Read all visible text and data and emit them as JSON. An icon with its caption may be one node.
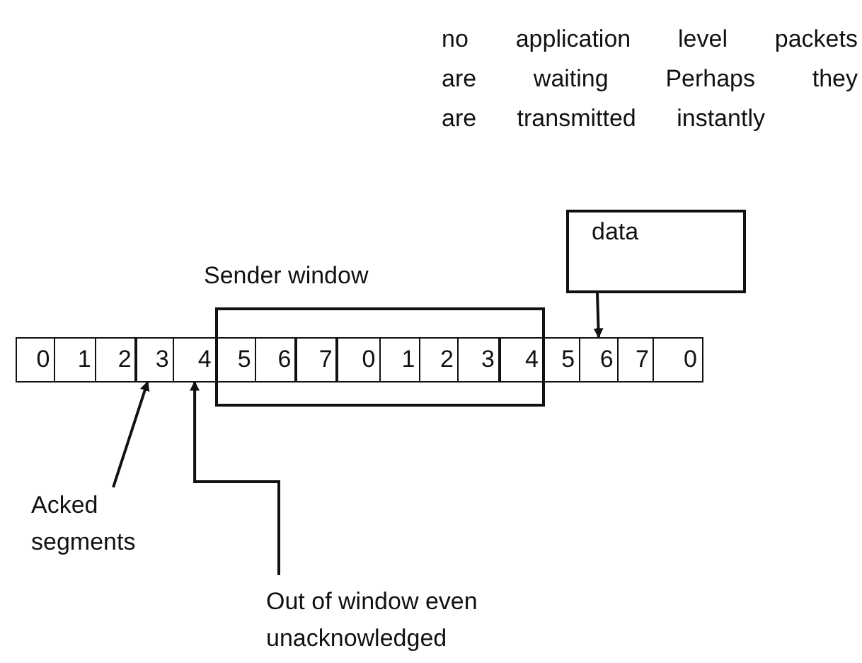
{
  "diagram": {
    "nodes": [
      {
        "text": [
          "data"
        ]
      },
      {
        "text": [
          "Sender window"
        ]
      },
      {
        "text": [
          "0"
        ]
      },
      {
        "text": [
          "1"
        ]
      },
      {
        "text": [
          "2"
        ]
      },
      {
        "text": [
          "3"
        ]
      },
      {
        "text": [
          "4"
        ]
      },
      {
        "text": [
          "5"
        ],
        "in": 1
      },
      {
        "text": [
          "6"
        ],
        "in": 1
      },
      {
        "text": [
          "7"
        ],
        "in": 1
      },
      {
        "text": [
          "0"
        ],
        "in": 1
      },
      {
        "text": [
          "1"
        ],
        "in": 1
      },
      {
        "text": [
          "2"
        ],
        "in": 1
      },
      {
        "text": [
          "3"
        ],
        "in": 1
      },
      {
        "text": [
          "4"
        ],
        "in": 1
      },
      {
        "text": [
          "5"
        ]
      },
      {
        "text": [
          "6"
        ]
      },
      {
        "text": [
          "7"
        ]
      },
      {
        "text": [
          "0"
        ]
      },
      {
        "text": [
          "Acked segments"
        ]
      },
      {
        "text": [
          "Out of window even unacknowledged"
        ]
      }
    ],
    "edges": [
      {
        "from": 0,
        "to": 16,
        "arrow": "to"
      },
      {
        "from": 19,
        "to": 5,
        "arrow": "to"
      },
      {
        "from": 20,
        "to": 6,
        "arrow": "to"
      }
    ],
    "labels": [
      "no application level packets are waiting Perhaps they are transmitted instantly"
    ]
  }
}
